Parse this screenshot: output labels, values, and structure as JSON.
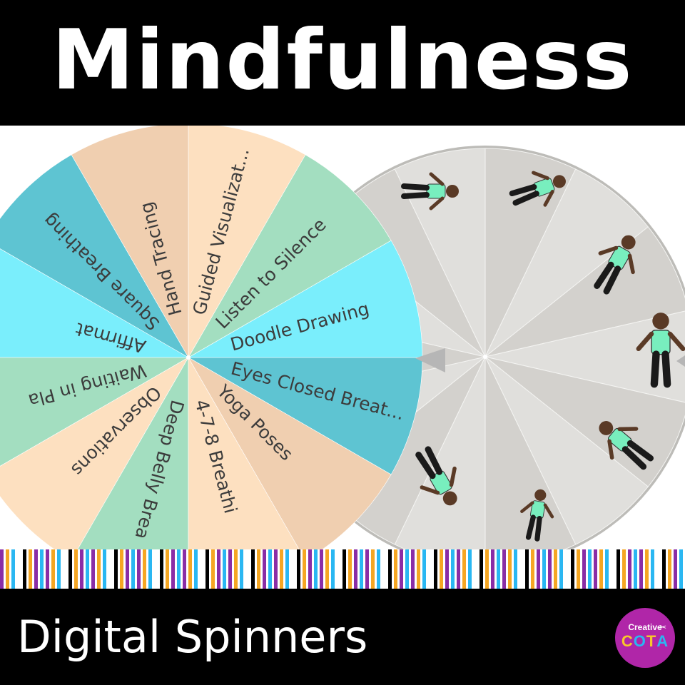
{
  "header": {
    "title": "Mindfulness"
  },
  "footer": {
    "subtitle": "Digital Spinners"
  },
  "logo": {
    "line1": "Creative",
    "letters": [
      "C",
      "O",
      "T",
      "A"
    ],
    "letter_colors": [
      "#f7c72b",
      "#2ab7f2",
      "#f7c72b",
      "#2ab7f2"
    ]
  },
  "word_spinner": {
    "segments": [
      {
        "label": "Eyes Closed Breat...",
        "color": "#5ec4d2"
      },
      {
        "label": "Doodle Drawing",
        "color": "#7aeefc"
      },
      {
        "label": "Listen to Silence",
        "color": "#a3dec0"
      },
      {
        "label": "Guided Visualizat...",
        "color": "#fde0c0"
      },
      {
        "label": "Hand Tracing",
        "color": "#f0cfb0"
      },
      {
        "label": "Square Breathing",
        "color": "#5ec4d2"
      },
      {
        "label": "Affirmat",
        "color": "#7aeefc"
      },
      {
        "label": "Waiting in Pla",
        "color": "#a3dec0"
      },
      {
        "label": "Observations",
        "color": "#fde0c0"
      },
      {
        "label": "Deep Belly Brea",
        "color": "#a3dec0"
      },
      {
        "label": "4-7-8 Breathi",
        "color": "#fde0c0"
      },
      {
        "label": "Yoga Poses",
        "color": "#f0cfb0"
      }
    ]
  },
  "image_spinner": {
    "segment_colors": [
      "#d3d1cd",
      "#e0dfdc"
    ],
    "poses": [
      "forward-fold-pose-icon",
      "lying-stretch-pose-icon",
      "star-pose-icon",
      "standing-pose-icon",
      "child-pose-icon",
      "chair-pose-icon",
      "dive-pose-icon"
    ]
  },
  "colors": {
    "stripes": [
      "#8a2da6",
      "#f5a623",
      "#2ab7f2",
      "#ffffff",
      "#000000",
      "#f5a623",
      "#8a2da6",
      "#2ab7f2"
    ],
    "skin": "#5a3a26",
    "shirt": "#78eebe",
    "pants": "#1a1a1a"
  }
}
